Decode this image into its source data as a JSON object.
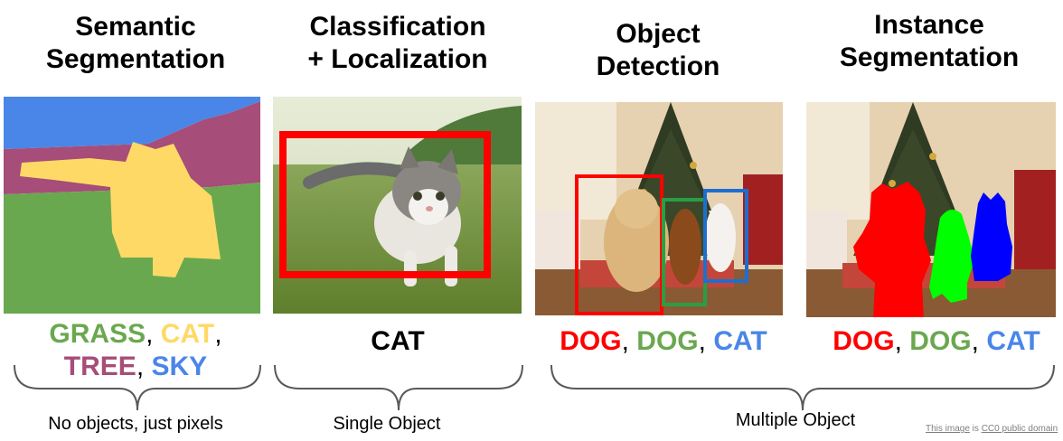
{
  "titles": {
    "semantic": [
      "Semantic",
      "Segmentation"
    ],
    "classification": [
      "Classification",
      "+ Localization"
    ],
    "detection": [
      "Object",
      "Detection"
    ],
    "instance": [
      "Instance",
      "Segmentation"
    ]
  },
  "semantic_labels": {
    "grass": "GRASS",
    "comma1": ",",
    "cat": "CAT",
    "comma2": ",",
    "tree": "TREE",
    "comma3": ",",
    "sky": "SKY"
  },
  "classification_label": "CAT",
  "detection_labels": {
    "dog1": "DOG",
    "c1": ",",
    "dog2": "DOG",
    "c2": ",",
    "cat": "CAT"
  },
  "instance_labels": {
    "dog1": "DOG",
    "c1": ",",
    "dog2": "DOG",
    "c2": ",",
    "cat": "CAT"
  },
  "captions": {
    "semantic": "No objects, just pixels",
    "single": "Single Object",
    "multiple": "Multiple Object"
  },
  "credit": {
    "link1": "This image",
    "mid": " is ",
    "link2": "CC0 public domain"
  },
  "colors": {
    "grass": "#6aa84f",
    "cat": "#ffd966",
    "tree": "#a64d79",
    "sky": "#4a86e8",
    "red": "#ff0000",
    "green": "#00ff00",
    "blue": "#0000ff",
    "box_red": "#ff0000",
    "box_green": "#2a9d45",
    "box_blue": "#1c6fd1"
  }
}
